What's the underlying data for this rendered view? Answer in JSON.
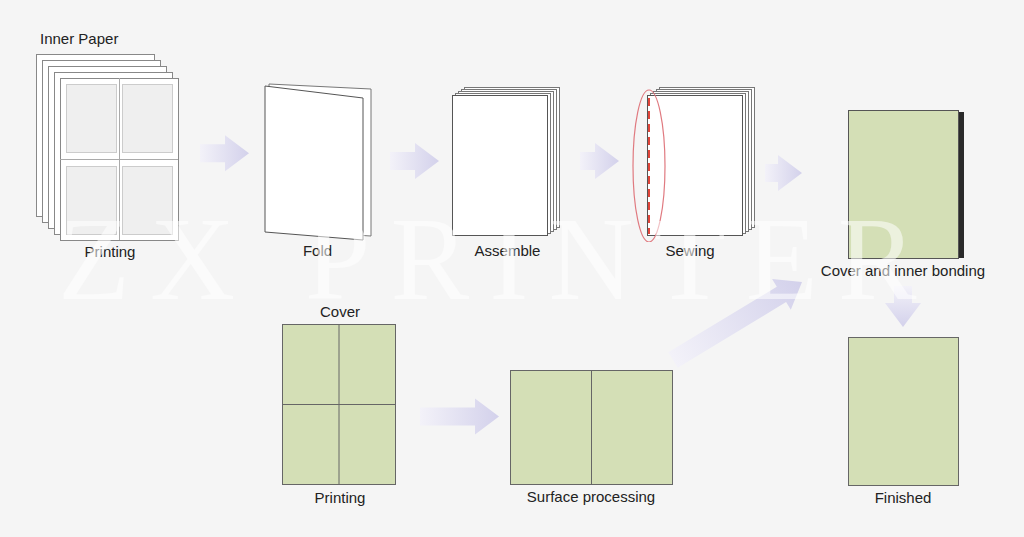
{
  "diagram": {
    "nodes": [
      {
        "text": [
          "Inner Paper",
          "Printing"
        ]
      },
      {
        "text": [
          "Fold"
        ]
      },
      {
        "text": [
          "Assemble"
        ]
      },
      {
        "text": [
          "Sewing"
        ]
      },
      {
        "text": [
          "Cover and inner bonding"
        ]
      },
      {
        "text": [
          "Cover",
          "Printing"
        ]
      },
      {
        "text": [
          "Surface processing"
        ]
      },
      {
        "text": [
          "Finished"
        ]
      }
    ],
    "edges": [
      {
        "from": 0,
        "to": 1,
        "arrow": "to"
      },
      {
        "from": 1,
        "to": 2,
        "arrow": "to"
      },
      {
        "from": 2,
        "to": 3,
        "arrow": "to"
      },
      {
        "from": 3,
        "to": 4,
        "arrow": "to"
      },
      {
        "from": 5,
        "to": 6,
        "arrow": "to"
      },
      {
        "from": 6,
        "to": 4,
        "arrow": "to"
      },
      {
        "from": 4,
        "to": 7,
        "arrow": "to"
      }
    ],
    "labels": [
      "ZX PRINTER"
    ]
  }
}
